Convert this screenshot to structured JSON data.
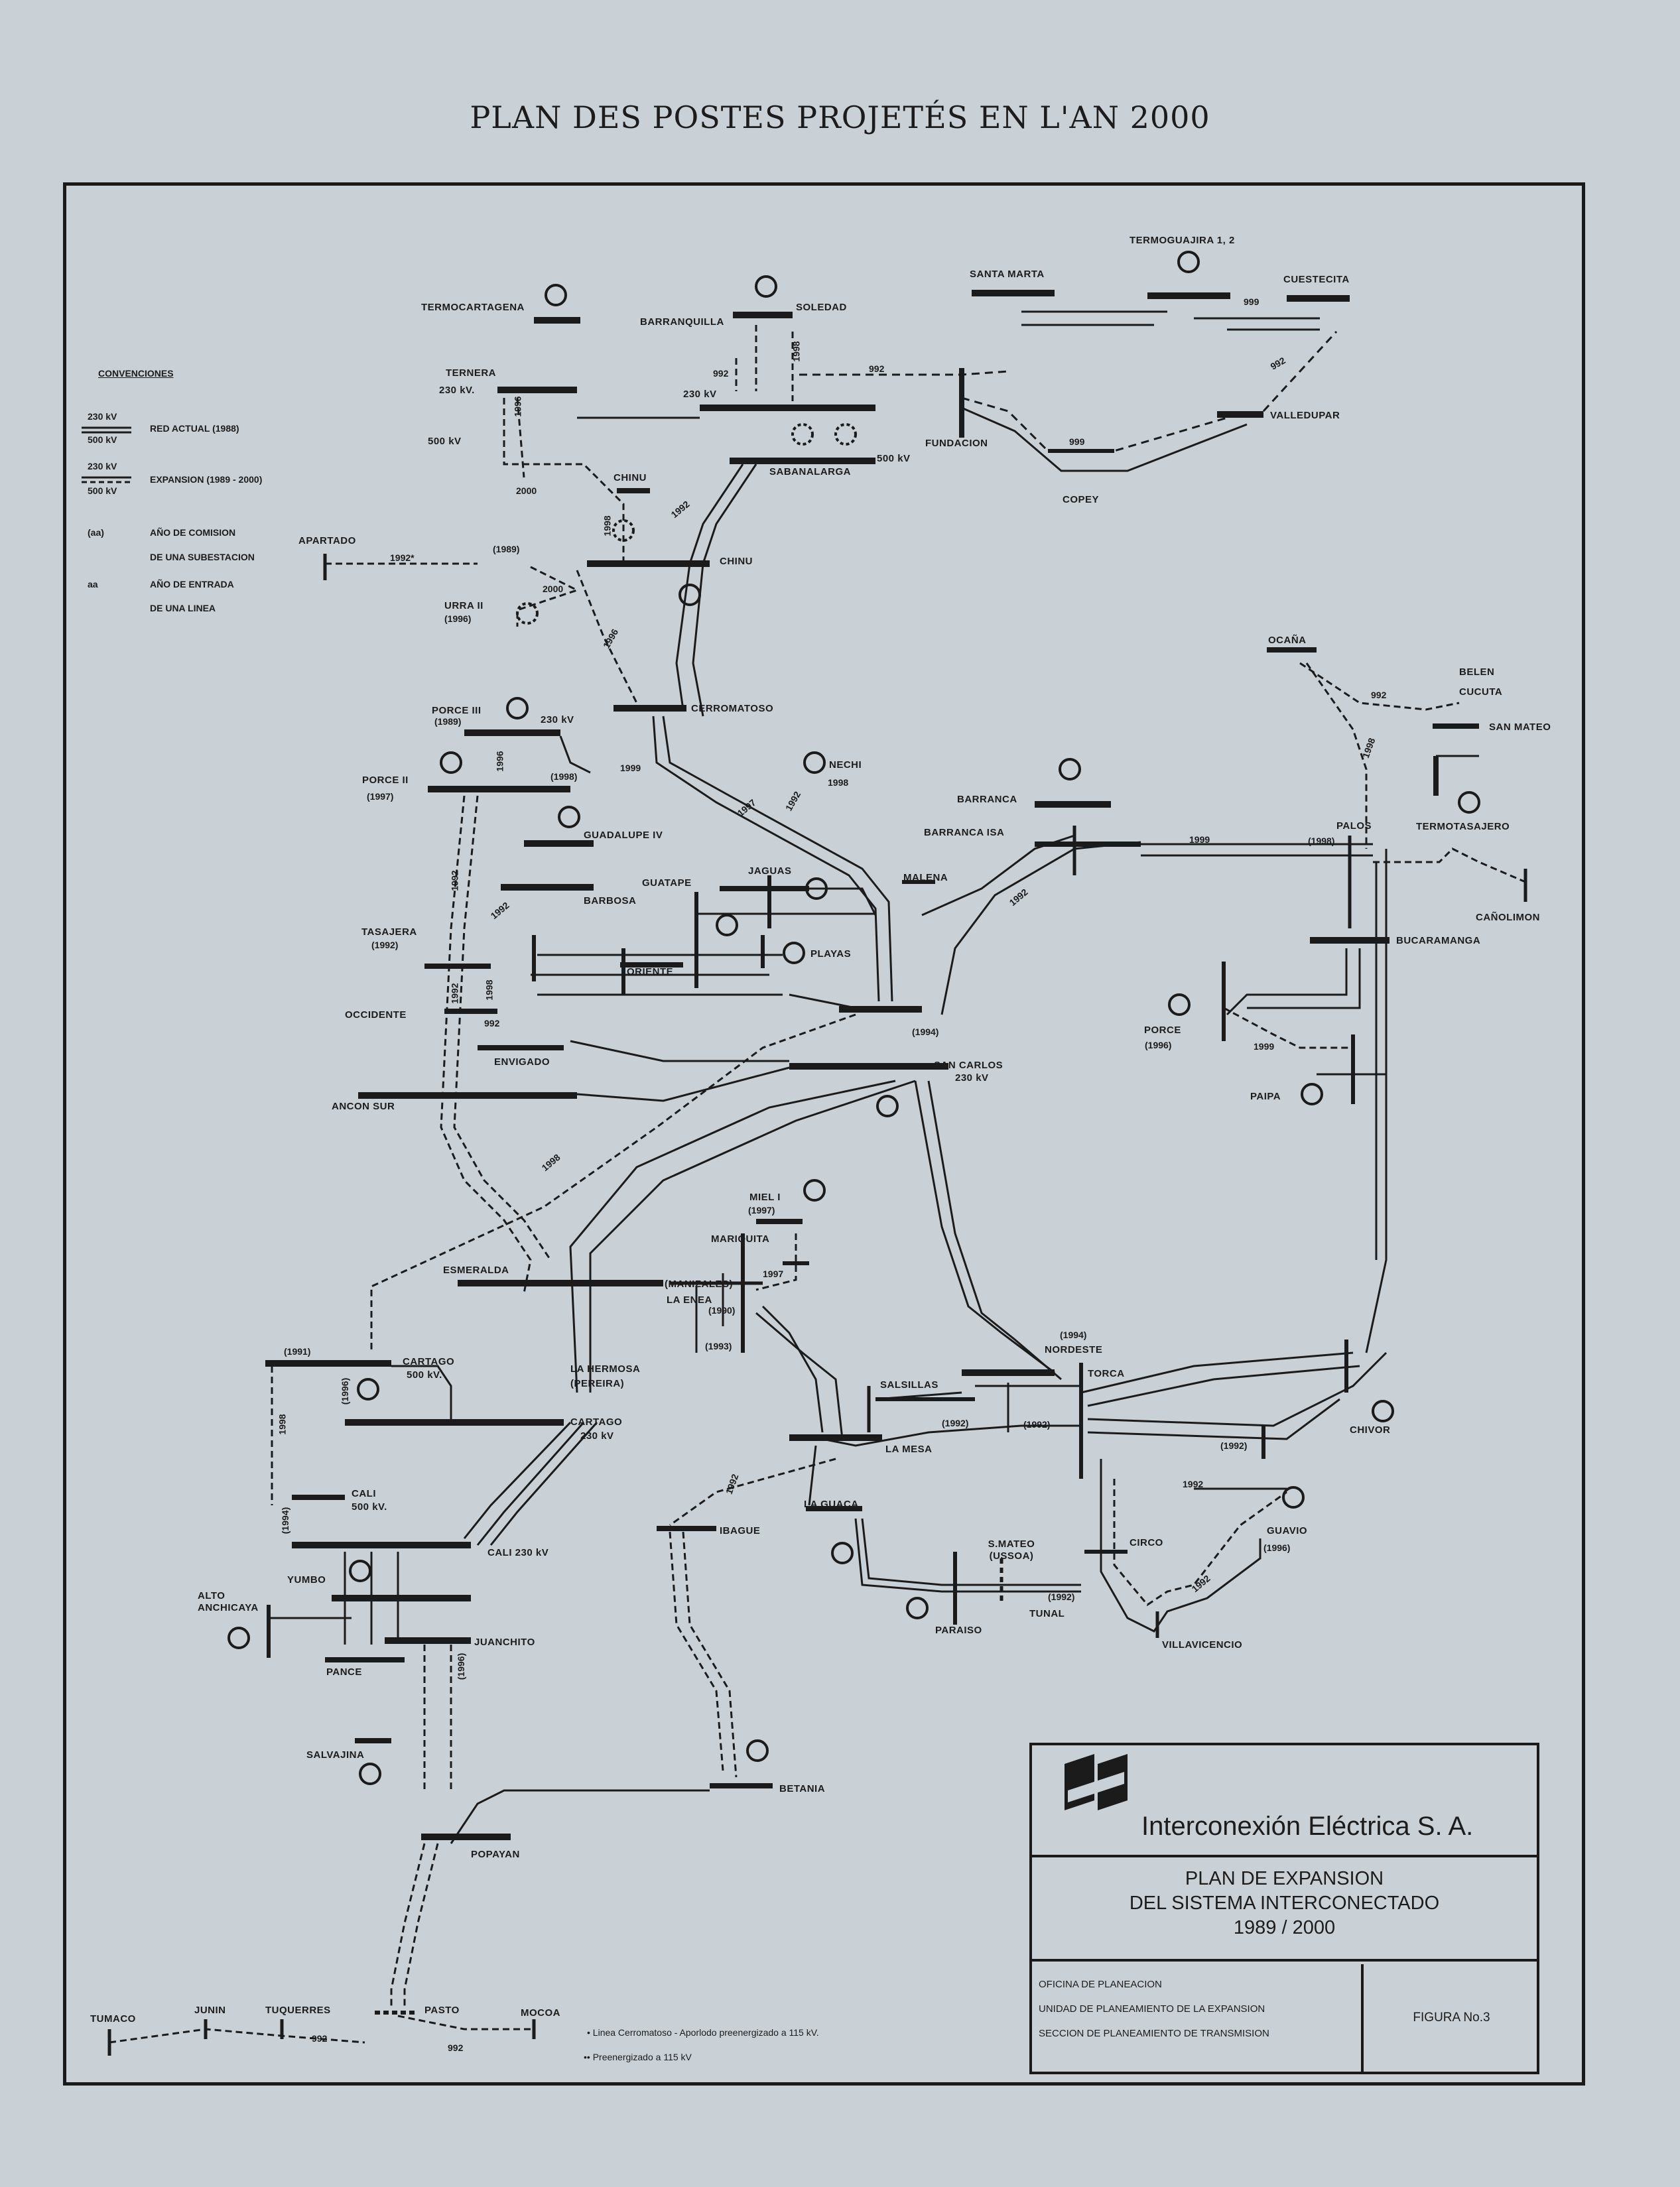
{
  "title": "PLAN DES POSTES PROJETÉS EN L'AN 2000",
  "legend": {
    "heading": "CONVENCIONES",
    "kv230": "230 kV",
    "kv500": "500 kV",
    "actual": "RED ACTUAL (1988)",
    "expansion": "EXPANSION (1989 - 2000)",
    "year_sub_1": "AÑO DE COMISION",
    "year_sub_2": "DE UNA SUBESTACION",
    "year_line_1": "AÑO DE ENTRADA",
    "year_line_2": "DE UNA LINEA",
    "sym_paren": "(aa)",
    "sym_plain": "aa"
  },
  "stations": {
    "termocartagena": "TERMOCARTAGENA",
    "barranquilla": "BARRANQUILLA",
    "soledad": "SOLEDAD",
    "santa_marta": "SANTA MARTA",
    "termoguajira": "TERMOGUAJIRA 1, 2",
    "cuestecita": "CUESTECITA",
    "ternera": "TERNERA",
    "ternera_kv": "230 kV.",
    "kv230_a": "230 kV",
    "kv500_a": "500 kV",
    "kv500_b": "500 kV",
    "fundacion": "FUNDACION",
    "valledupar": "VALLEDUPAR",
    "copey": "COPEY",
    "sabanalarga": "SABANALARGA",
    "chinu_top": "CHINU",
    "chinu": "CHINU",
    "apartado": "APARTADO",
    "urra": "URRA II",
    "cerromatoso": "CERROMATOSO",
    "porce3": "PORCE III",
    "porce3_kv": "230 kV",
    "porce2": "PORCE II",
    "nechi": "NECHI",
    "guadalupe": "GUADALUPE IV",
    "barbosa": "BARBOSA",
    "guatape": "GUATAPE",
    "jaguas": "JAGUAS",
    "malena": "MALENA",
    "playas": "PLAYAS",
    "oriente": "ORIENTE",
    "tasajera": "TASAJERA",
    "occidente": "OCCIDENTE",
    "envigado": "ENVIGADO",
    "ancon_sur": "ANCON SUR",
    "san_carlos": "SAN CARLOS",
    "san_carlos_kv": "230 kV",
    "barranca": "BARRANCA",
    "barranca_isa": "BARRANCA ISA",
    "ocana": "OCAÑA",
    "belen": "BELEN",
    "cucuta": "CUCUTA",
    "san_mateo": "SAN MATEO",
    "termotasajero": "TERMOTASAJERO",
    "palos": "PALOS",
    "canolimon": "CAÑOLIMON",
    "bucaramanga": "BUCARAMANGA",
    "porce_east": "PORCE",
    "paipa": "PAIPA",
    "miel": "MIEL I",
    "mariquita": "MARIQUITA",
    "esmeralda": "ESMERALDA",
    "manizales": "(MANIZALES)",
    "la_enea": "LA ENEA",
    "la_hermosa": "LA HERMOSA",
    "pereira": "(PEREIRA)",
    "cartago": "CARTAGO",
    "cartago_kv": "500 kV.",
    "cartago_b": "CARTAGO",
    "cartago_b_kv": "230 kV",
    "nordeste": "NORDESTE",
    "torca": "TORCA",
    "salsillas": "SALSILLAS",
    "chivor": "CHIVOR",
    "la_mesa": "LA MESA",
    "cali500": "CALI",
    "cali500_kv": "500 kV.",
    "cali230": "CALI  230 kV",
    "yumbo": "YUMBO",
    "alto_anchicaya": "ALTO ANCHICAYA",
    "juanchito": "JUANCHITO",
    "pance": "PANCE",
    "salvajina": "SALVAJINA",
    "la_guaca": "LA GUACA",
    "ibague": "IBAGUE",
    "san_mateo_s": "S.MATEO (USSOA)",
    "circo": "CIRCO",
    "guavio": "GUAVIO",
    "paraiso": "PARAISO",
    "tunal": "TUNAL",
    "villavicencio": "VILLAVICENCIO",
    "betania": "BETANIA",
    "popayan": "POPAYAN",
    "tumaco": "TUMACO",
    "junin": "JUNIN",
    "tuquerres": "TUQUERRES",
    "pasto": "PASTO",
    "mocoa": "MOCOA"
  },
  "years": {
    "y1": "992",
    "y2": "1998",
    "y3": "992",
    "y4": "999",
    "y5": "992",
    "y6": "999",
    "y7": "2000",
    "y8": "1992",
    "y9": "1998",
    "y10": "(1989)",
    "y11": "1992*",
    "y12": "2000",
    "y13": "(1996)",
    "y14": "1996",
    "y15": "1996",
    "y16": "(1989)",
    "y17": "(1997)",
    "y18": "1999",
    "y19": "(1998)",
    "y20": "1998",
    "y21": "1997",
    "y22": "1996",
    "y23": "1992",
    "y24": "(1992)",
    "y25": "1992",
    "y26": "1992",
    "y27": "1992",
    "y28": "1992",
    "y29": "992",
    "y30": "1998",
    "y31": "992",
    "y32": "(1998)",
    "y33": "1998",
    "y34": "1999",
    "y35": "(1996)",
    "y36": "(1994)",
    "y37": "1999",
    "y38": "(1997)",
    "y39": "1997",
    "y40": "(1990)",
    "y41": "(1993)",
    "y42": "(1991)",
    "y43": "(1994)",
    "y44": "1998",
    "y45": "(1996)",
    "y46": "(1992)",
    "y47": "(1992)",
    "y48": "(1992)",
    "y49": "1992",
    "y50": "(1996)",
    "y51": "1992",
    "y52": "1998",
    "y53": "(1992)",
    "y54": "(1994)",
    "y55": "1992",
    "y56": "992",
    "y57": "992",
    "y58": "(1996)"
  },
  "footer": {
    "note1": "• Linea Cerromatoso - Aporlodo preenergizado a 115 kV.",
    "note2": "•• Preenergizado a 115 kV"
  },
  "title_block": {
    "company": "Interconexión Eléctrica S. A.",
    "plan_line1": "PLAN DE EXPANSION",
    "plan_line2": "DEL SISTEMA INTERCONECTADO",
    "plan_line3": "1989 / 2000",
    "office1": "OFICINA DE PLANEACION",
    "office2": "UNIDAD DE PLANEAMIENTO DE LA EXPANSION",
    "office3": "SECCION DE PLANEAMIENTO DE TRANSMISION",
    "figure": "FIGURA  No.3"
  }
}
